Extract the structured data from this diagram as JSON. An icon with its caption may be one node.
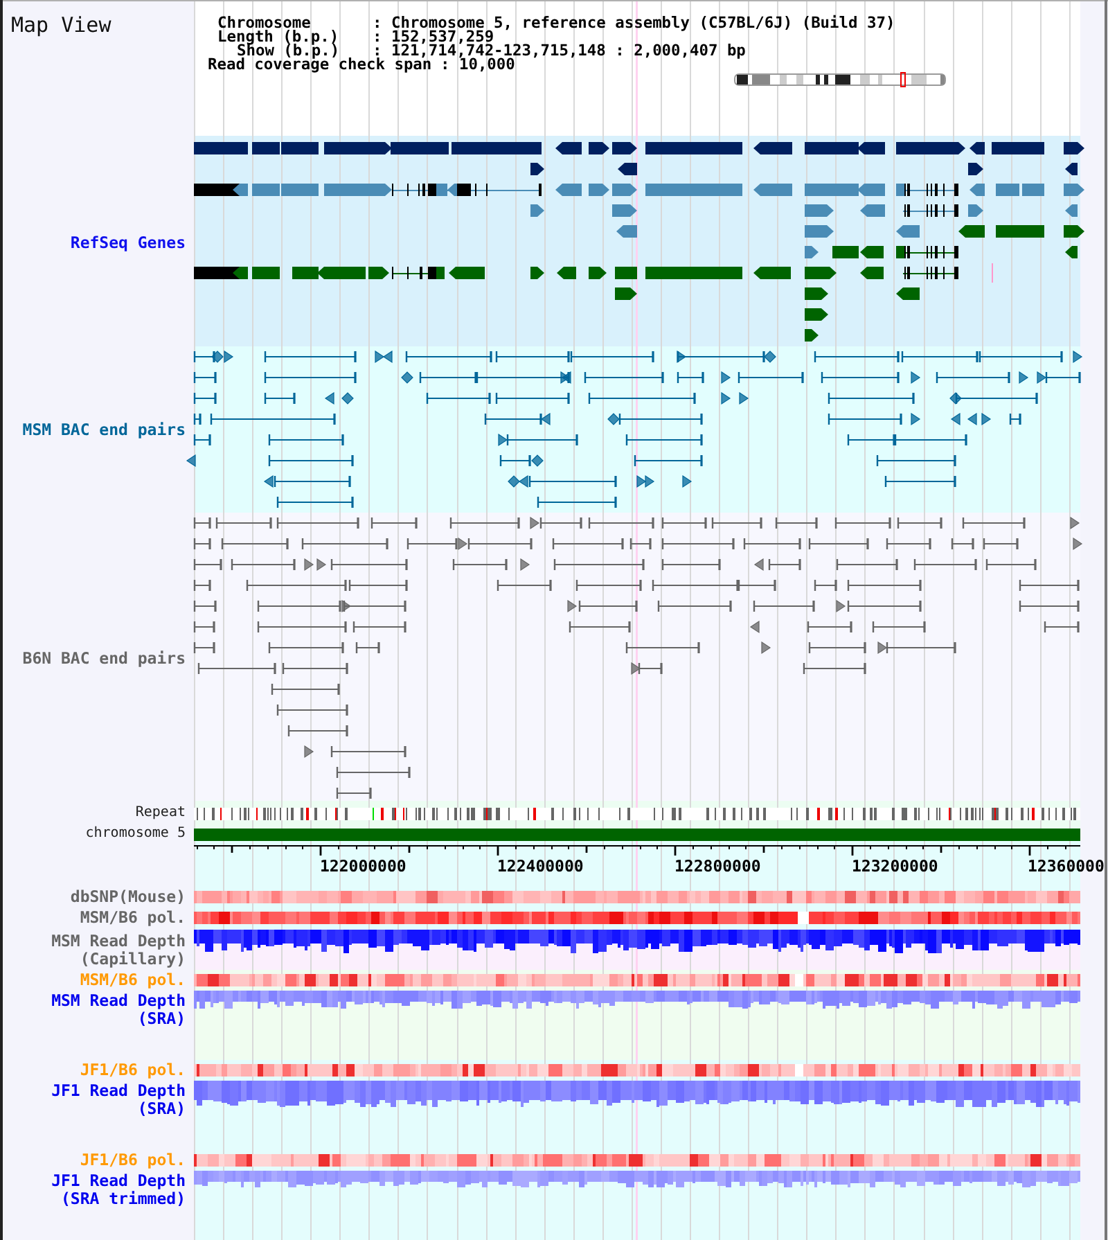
{
  "diagram": {
    "title": "Map View",
    "labels": [
      "Chromosome",
      ": Chromosome 5, reference assembly (C57BL/6J) (Build 37)",
      "Length (b.p.)",
      ": 152,537,259",
      "Show (b.p.)",
      ": 121,714,742-123,715,148 : 2,000,407 bp",
      "Read coverage check span",
      ": 10,000",
      "RefSeq Genes",
      "MSM BAC end pairs",
      "B6N BAC end pairs",
      "Repeat",
      "chromosome 5",
      "122000000",
      "122400000",
      "122800000",
      "123200000",
      "12360000",
      "dbSNP(Mouse)",
      "MSM/B6 pol.",
      "MSM Read Depth (Capillary)",
      "MSM/B6 pol.",
      "MSM Read Depth (SRA)",
      "JF1/B6 pol.",
      "JF1 Read Depth (SRA)",
      "JF1/B6 pol.",
      "JF1 Read Depth (SRA trimmed)"
    ]
  }
}
